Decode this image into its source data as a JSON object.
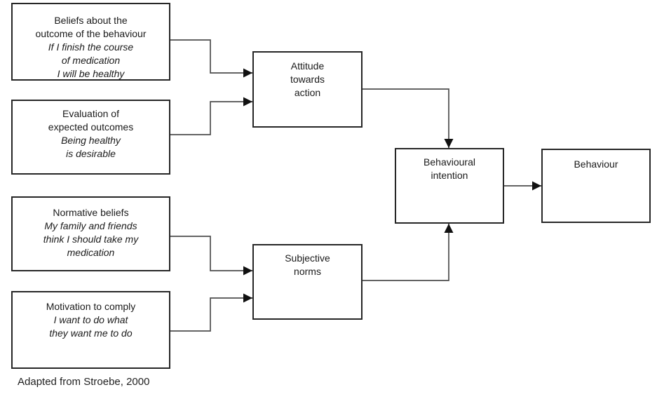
{
  "diagram": {
    "caption": "Adapted from Stroebe, 2000",
    "nodes": {
      "beliefs": {
        "title": "Beliefs about the\noutcome of the behaviour",
        "example": "If I finish the course\nof medication\nI will be healthy"
      },
      "evaluation": {
        "title": "Evaluation of\nexpected outcomes",
        "example": "Being healthy\nis desirable"
      },
      "normative": {
        "title": "Normative beliefs",
        "example": "My family and friends\nthink I should take my\nmedication"
      },
      "motivation": {
        "title": "Motivation to comply",
        "example": "I want to do what\nthey want me to do"
      },
      "attitude": {
        "title": "Attitude\ntowards\naction"
      },
      "subjective": {
        "title": "Subjective\nnorms"
      },
      "intention": {
        "title": "Behavioural\nintention"
      },
      "behaviour": {
        "title": "Behaviour"
      }
    },
    "edges": [
      {
        "from": "beliefs",
        "to": "attitude"
      },
      {
        "from": "evaluation",
        "to": "attitude"
      },
      {
        "from": "normative",
        "to": "subjective"
      },
      {
        "from": "motivation",
        "to": "subjective"
      },
      {
        "from": "attitude",
        "to": "intention"
      },
      {
        "from": "subjective",
        "to": "intention"
      },
      {
        "from": "intention",
        "to": "behaviour"
      }
    ],
    "colors": {
      "box_border": "#262626",
      "connector_line": "#4d4d4d",
      "arrowhead": "#111111",
      "text": "#1a1a1a",
      "background": "#ffffff"
    }
  }
}
